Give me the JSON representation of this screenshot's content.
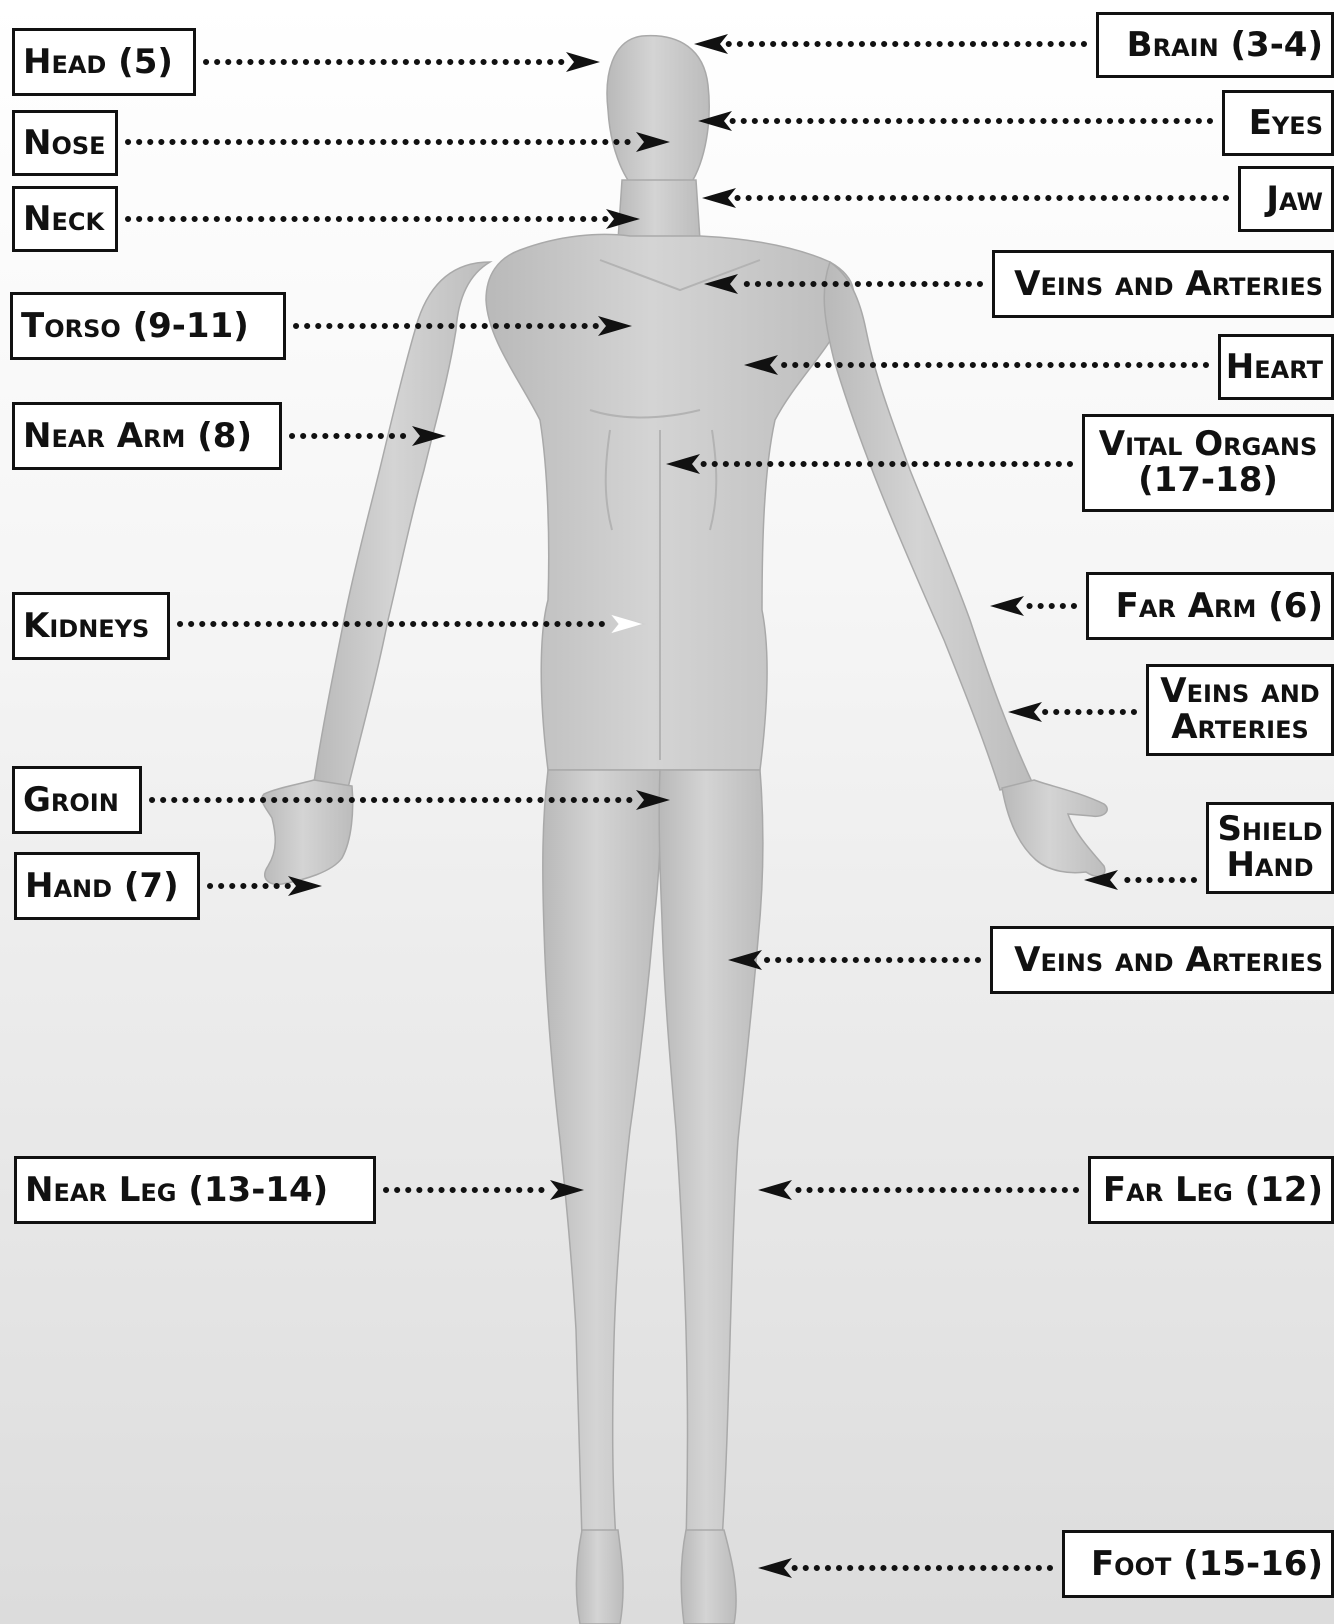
{
  "labels": {
    "head": "Head (5)",
    "nose": "Nose",
    "neck": "Neck",
    "torso": "Torso (9-11)",
    "near_arm": "Near Arm (8)",
    "kidneys": "Kidneys",
    "groin": "Groin",
    "hand": "Hand (7)",
    "near_leg": "Near Leg (13-14)",
    "brain": "Brain (3-4)",
    "eyes": "Eyes",
    "jaw": "Jaw",
    "veins_neck": "Veins and Arteries",
    "heart": "Heart",
    "vital_organs_1": "Vital Organs",
    "vital_organs_2": "(17-18)",
    "far_arm": "Far Arm (6)",
    "veins_arm_1": "Veins and",
    "veins_arm_2": "Arteries",
    "shield_hand_1": "Shield",
    "shield_hand_2": "Hand",
    "veins_leg": "Veins and Arteries",
    "far_leg": "Far Leg (12)",
    "foot": "Foot (15-16)"
  },
  "colors": {
    "figure": "#c9c9c9",
    "figure_shadow": "#a9a9a9",
    "ink": "#111111",
    "kidneys_arrow": "#ffffff"
  }
}
